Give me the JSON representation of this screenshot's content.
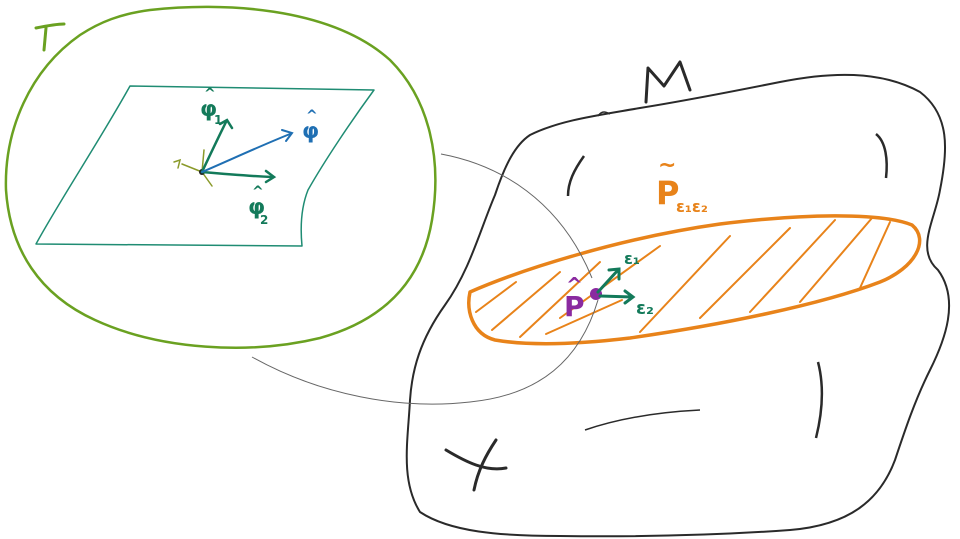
{
  "labels": {
    "tangent_space": "T",
    "manifold": "M",
    "phi1": "φ",
    "phi1_sub": "1",
    "phi2": "φ",
    "phi2_sub": "2",
    "phi": "φ",
    "hat": "^",
    "tilde": "~",
    "pmap": "P",
    "pmap_sub": "ε₁ε₂",
    "phat": "P",
    "eps1": "ε₁",
    "eps2": "ε₂",
    "cross": "X"
  },
  "colors": {
    "green_circle": "#6aa121",
    "teal_plane": "#1f8c73",
    "teal_vec": "#137a5a",
    "blue_vec": "#1f6fb3",
    "orange": "#e8831a",
    "purple": "#8a2aa0",
    "dark": "#2a2a2a",
    "gray": "#666666"
  }
}
